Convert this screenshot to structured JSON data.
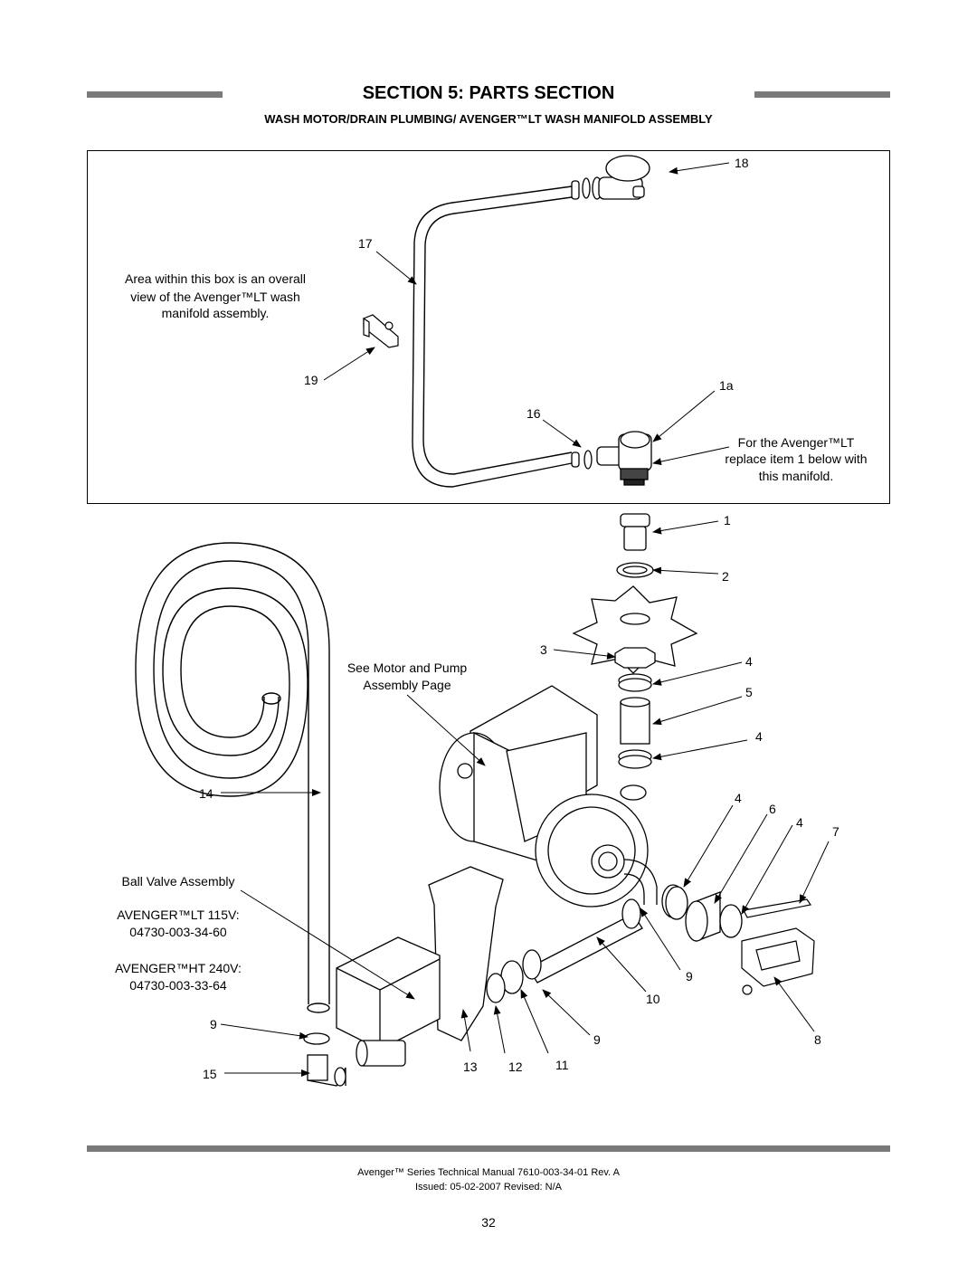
{
  "header": {
    "section_title": "SECTION 5: PARTS SECTION",
    "subtitle": "WASH MOTOR/DRAIN PLUMBING/ AVENGER™LT WASH MANIFOLD ASSEMBLY"
  },
  "inset": {
    "note_line1": "Area within this box is an overall",
    "note_line2": "view of the Avenger™LT wash",
    "note_line3": "manifold assembly.",
    "replace_line1": "For the Avenger™LT",
    "replace_line2": "replace item 1 below with",
    "replace_line3": "this manifold.",
    "callouts": {
      "c18": "18",
      "c17": "17",
      "c19": "19",
      "c16": "16",
      "c1a": "1a"
    }
  },
  "main": {
    "motor_note_line1": "See Motor and Pump",
    "motor_note_line2": "Assembly Page",
    "ball_valve_label": "Ball Valve Assembly",
    "lt_model": "AVENGER™LT 115V:",
    "lt_part": "04730-003-34-60",
    "ht_model": "AVENGER™HT 240V:",
    "ht_part": "04730-003-33-64",
    "callouts": {
      "c1": "1",
      "c2": "2",
      "c3": "3",
      "c4a": "4",
      "c5": "5",
      "c4b": "4",
      "c14": "14",
      "c4c": "4",
      "c6": "6",
      "c4d": "4",
      "c7": "7",
      "c9a": "9",
      "c10": "10",
      "c9b": "9",
      "c9c": "9",
      "c8": "8",
      "c15": "15",
      "c13": "13",
      "c12": "12",
      "c11": "11"
    }
  },
  "footer": {
    "manual": "Avenger™ Series Technical Manual 7610-003-34-01 Rev. A",
    "issued": "Issued: 05-02-2007  Revised: N/A",
    "page": "32"
  }
}
